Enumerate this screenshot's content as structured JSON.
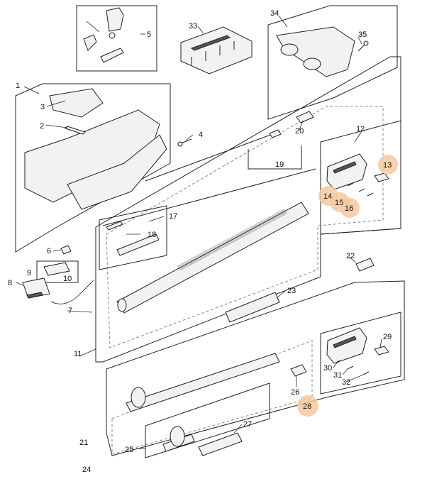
{
  "diagram": {
    "callouts": [
      {
        "id": "1",
        "text": "1",
        "highlighted": false
      },
      {
        "id": "2",
        "text": "2",
        "highlighted": false
      },
      {
        "id": "3",
        "text": "3",
        "highlighted": false
      },
      {
        "id": "4",
        "text": "4",
        "highlighted": false
      },
      {
        "id": "5",
        "text": "5",
        "highlighted": false
      },
      {
        "id": "6",
        "text": "6",
        "highlighted": false
      },
      {
        "id": "7",
        "text": "7",
        "highlighted": false
      },
      {
        "id": "8",
        "text": "8",
        "highlighted": false
      },
      {
        "id": "9",
        "text": "9",
        "highlighted": false
      },
      {
        "id": "10",
        "text": "10",
        "highlighted": false
      },
      {
        "id": "11",
        "text": "11",
        "highlighted": false
      },
      {
        "id": "12",
        "text": "12",
        "highlighted": false
      },
      {
        "id": "13",
        "text": "13",
        "highlighted": true
      },
      {
        "id": "14",
        "text": "14",
        "highlighted": true
      },
      {
        "id": "15",
        "text": "15",
        "highlighted": true
      },
      {
        "id": "16",
        "text": "16",
        "highlighted": true
      },
      {
        "id": "17",
        "text": "17",
        "highlighted": false
      },
      {
        "id": "18",
        "text": "18",
        "highlighted": false
      },
      {
        "id": "19",
        "text": "19",
        "highlighted": false
      },
      {
        "id": "20",
        "text": "20",
        "highlighted": false
      },
      {
        "id": "21",
        "text": "21",
        "highlighted": false
      },
      {
        "id": "22",
        "text": "22",
        "highlighted": false
      },
      {
        "id": "23",
        "text": "23",
        "highlighted": false
      },
      {
        "id": "24",
        "text": "24",
        "highlighted": false
      },
      {
        "id": "25",
        "text": "25",
        "highlighted": false
      },
      {
        "id": "26",
        "text": "26",
        "highlighted": false
      },
      {
        "id": "27",
        "text": "27",
        "highlighted": false
      },
      {
        "id": "28",
        "text": "28",
        "highlighted": true
      },
      {
        "id": "29",
        "text": "29",
        "highlighted": false
      },
      {
        "id": "30",
        "text": "30",
        "highlighted": false
      },
      {
        "id": "31",
        "text": "31",
        "highlighted": false
      },
      {
        "id": "32",
        "text": "32",
        "highlighted": false
      },
      {
        "id": "33",
        "text": "33",
        "highlighted": false
      },
      {
        "id": "34",
        "text": "34",
        "highlighted": false
      },
      {
        "id": "35",
        "text": "35",
        "highlighted": false
      }
    ],
    "colors": {
      "highlight": "#f6c9a0",
      "line": "#222222",
      "part_fill": "#f2f2f2",
      "dark_fill": "#555555",
      "background": "#ffffff"
    }
  }
}
